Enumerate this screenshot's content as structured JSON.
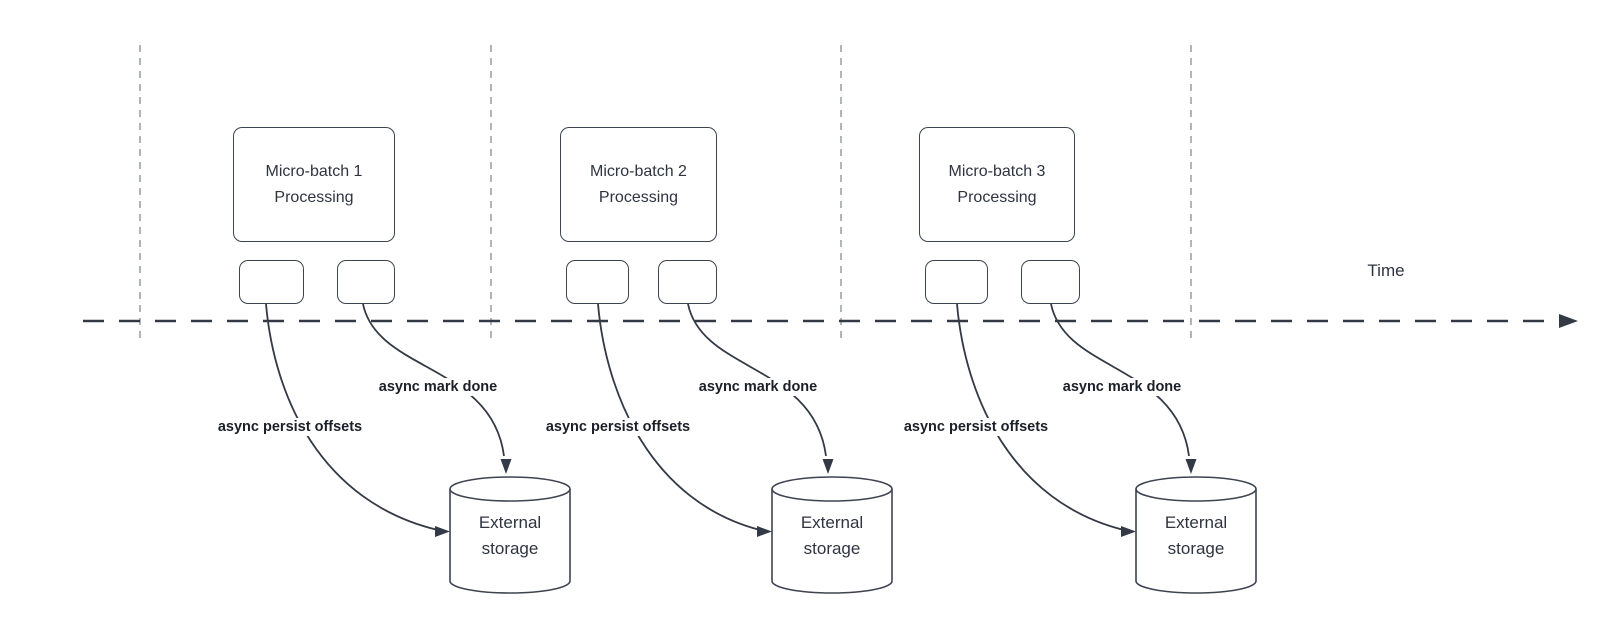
{
  "diagram": {
    "time_axis": {
      "label": "Time"
    },
    "groups": [
      {
        "box_title_line1": "Micro-batch 1",
        "box_title_line2": "Processing",
        "persist_arrow_label": "async persist offsets",
        "mark_done_arrow_label": "async mark done",
        "storage_label_line1": "External",
        "storage_label_line2": "storage"
      },
      {
        "box_title_line1": "Micro-batch 2",
        "box_title_line2": "Processing",
        "persist_arrow_label": "async persist offsets",
        "mark_done_arrow_label": "async mark done",
        "storage_label_line1": "External",
        "storage_label_line2": "storage"
      },
      {
        "box_title_line1": "Micro-batch 3",
        "box_title_line2": "Processing",
        "persist_arrow_label": "async persist offsets",
        "mark_done_arrow_label": "async mark done",
        "storage_label_line1": "External",
        "storage_label_line2": "storage"
      }
    ],
    "colors": {
      "background": "#ffffff",
      "stroke": "#3d4451",
      "stroke_dark": "#333a45",
      "text": "#2e3440",
      "label_text": "#1b2028",
      "divider": "#b1b5bb"
    }
  }
}
